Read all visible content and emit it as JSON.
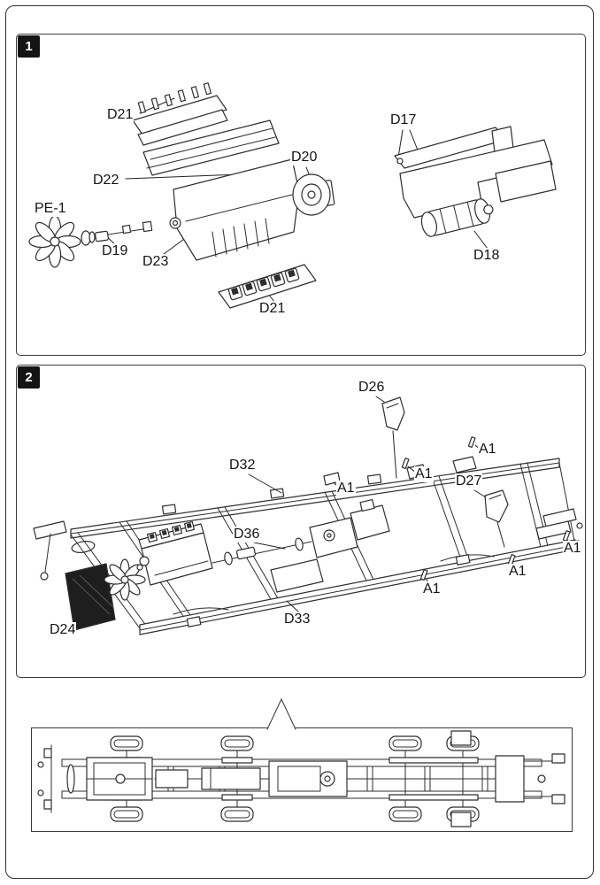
{
  "step1": {
    "number": "1",
    "labels": [
      {
        "text": "D21"
      },
      {
        "text": "D22"
      },
      {
        "text": "D20"
      },
      {
        "text": "PE-1"
      },
      {
        "text": "D19"
      },
      {
        "text": "D23"
      },
      {
        "text": "D21"
      },
      {
        "text": "D17"
      },
      {
        "text": "D18"
      }
    ]
  },
  "step2": {
    "number": "2",
    "labels": [
      {
        "text": "D26"
      },
      {
        "text": "A1"
      },
      {
        "text": "D32"
      },
      {
        "text": "A1"
      },
      {
        "text": "A1"
      },
      {
        "text": "D27"
      },
      {
        "text": "A1"
      },
      {
        "text": "D36"
      },
      {
        "text": "A1"
      },
      {
        "text": "A1"
      },
      {
        "text": "D24"
      },
      {
        "text": "D33"
      }
    ]
  }
}
